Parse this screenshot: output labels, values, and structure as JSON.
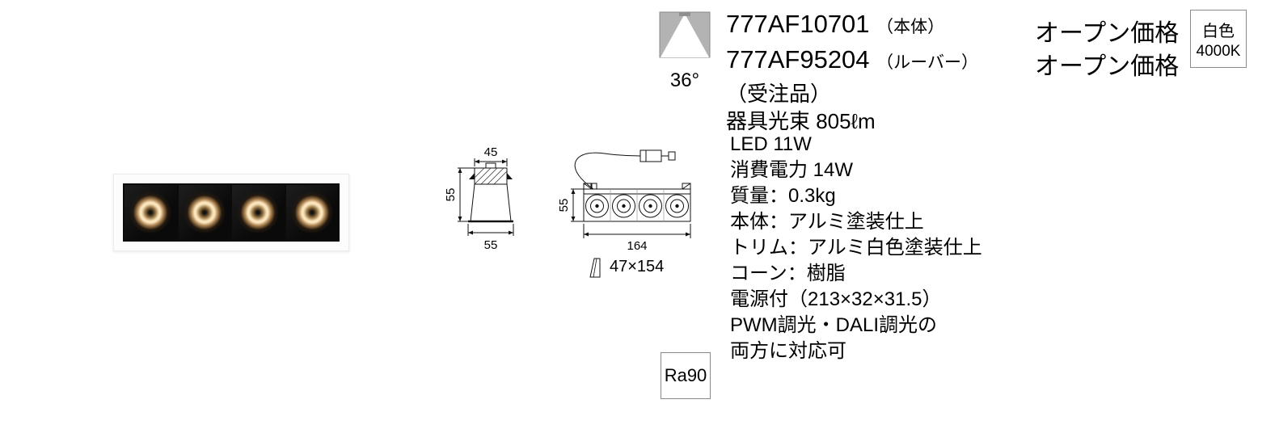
{
  "product": {
    "model_main": "777AF10701",
    "model_main_note": "（本体）",
    "model_sub": "777AF95204",
    "model_sub_note": "（ルーバー）",
    "order_note": "（受注品）",
    "flux": "器具光束 805ℓm",
    "specs": [
      "LED 11W",
      "消費電力 14W",
      "質量：0.3kg",
      "本体：アルミ塗装仕上",
      "トリム：アルミ白色塗装仕上",
      "コーン：樹脂",
      "電源付（213×32×31.5）",
      "PWM調光・DALI調光の",
      "両方に対応可"
    ]
  },
  "pricing": {
    "main": "オープン価格",
    "louver": "オープン価格"
  },
  "badges": {
    "beam_angle": "36°",
    "color_name": "白色",
    "color_temp": "4000K",
    "cri": "Ra90"
  },
  "dimensions": {
    "section_top_width": "45",
    "section_height": "55",
    "section_bottom_width": "55",
    "side_height": "55",
    "side_width": "164",
    "cutout": "47×154"
  }
}
